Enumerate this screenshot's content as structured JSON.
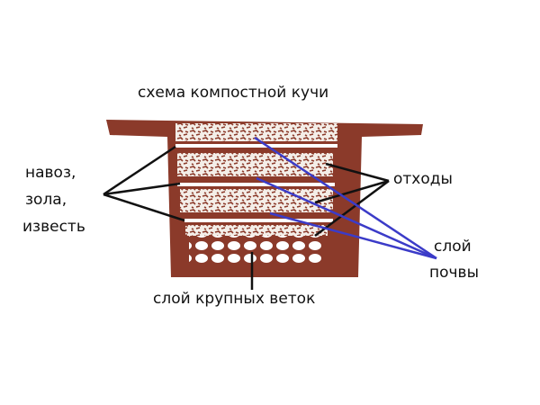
{
  "title": "схема компостной кучи",
  "labels": {
    "left": [
      "навоз,",
      "зола,",
      "известь"
    ],
    "waste": "отходы",
    "soil": [
      "слой",
      "почвы"
    ],
    "bottom": "слой крупных веток"
  },
  "colors": {
    "soil": "#8b3a2a",
    "pointer_black": "#111111",
    "pointer_blue": "#3b3bc8"
  }
}
